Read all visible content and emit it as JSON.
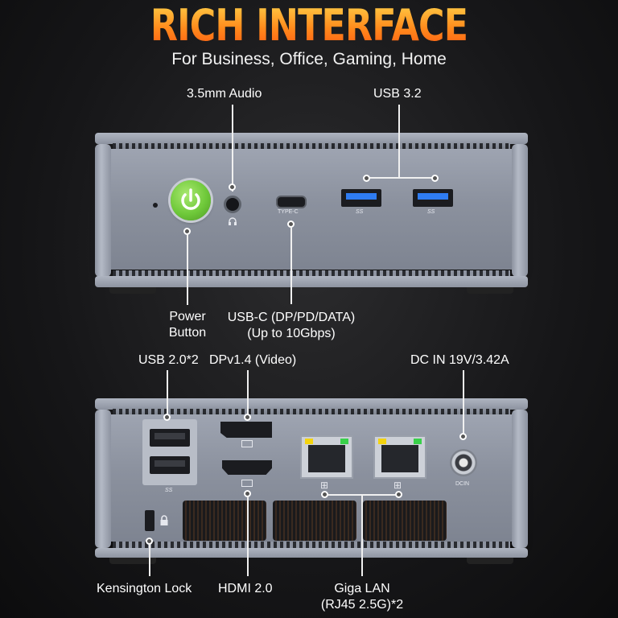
{
  "header": {
    "title": "RICH INTERFACE",
    "subtitle": "For Business, Office, Gaming, Home"
  },
  "front_labels": {
    "audio": "3.5mm Audio",
    "usb32": "USB 3.2",
    "power_line1": "Power",
    "power_line2": "Button",
    "usbc_line1": "USB-C (DP/PD/DATA)",
    "usbc_line2": "(Up to 10Gbps)"
  },
  "front_marks": {
    "typec": "TYPE-C",
    "ss1": "SS",
    "ss2": "SS"
  },
  "rear_labels": {
    "usb20": "USB 2.0*2",
    "dp": "DPv1.4 (Video)",
    "dcin": "DC IN 19V/3.42A",
    "kensington": "Kensington Lock",
    "hdmi": "HDMI 2.0",
    "lan_line1": "Giga LAN",
    "lan_line2": "(RJ45 2.5G)*2"
  },
  "rear_marks": {
    "ss": "SS",
    "dcin": "DCIN"
  },
  "colors": {
    "title_top": "#ffd24a",
    "title_bottom": "#ff5a12",
    "power_green": "#6fc93a",
    "usb3_blue": "#2f7cf2",
    "lan_yellow": "#f4d40f",
    "lan_green": "#39d14a"
  }
}
